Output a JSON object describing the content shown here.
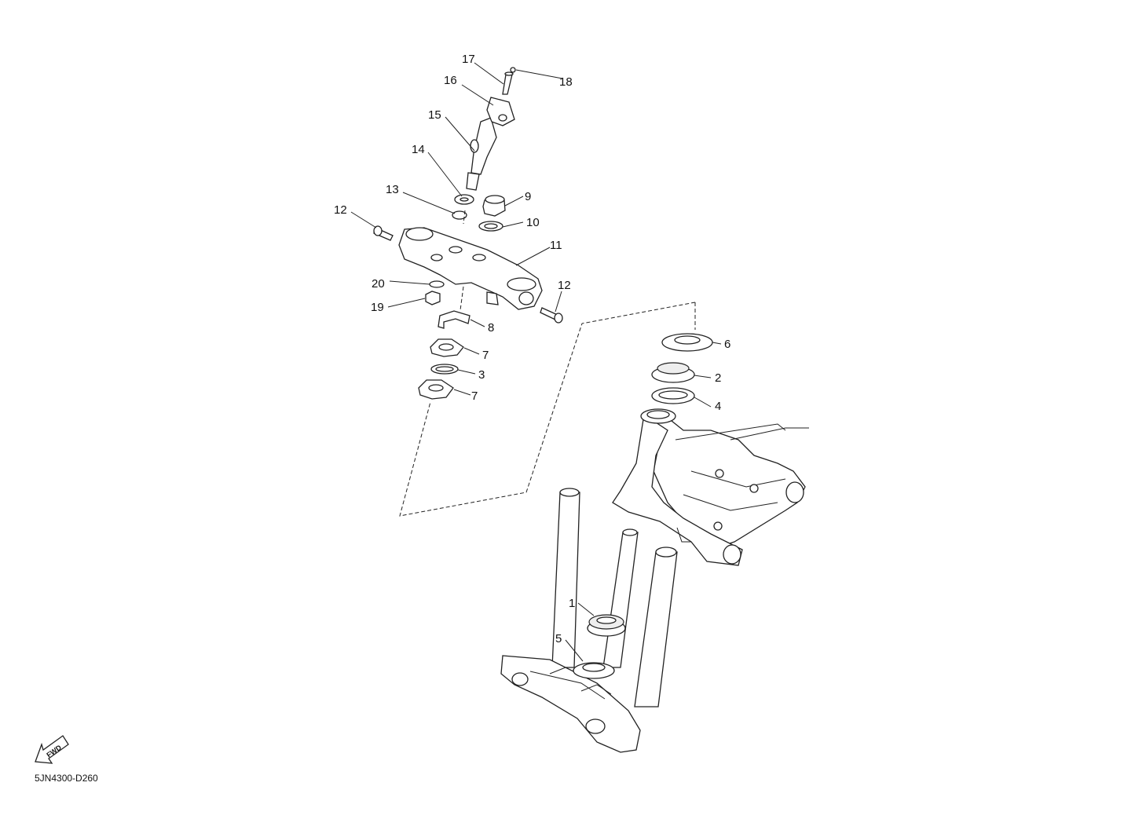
{
  "diagram": {
    "drawing_code": "5JN4300-D260",
    "fwd_label": "FWD",
    "callouts": [
      "1",
      "2",
      "3",
      "4",
      "5",
      "6",
      "7",
      "7",
      "8",
      "9",
      "10",
      "11",
      "12",
      "12",
      "13",
      "14",
      "15",
      "16",
      "17",
      "18",
      "19",
      "20"
    ]
  }
}
